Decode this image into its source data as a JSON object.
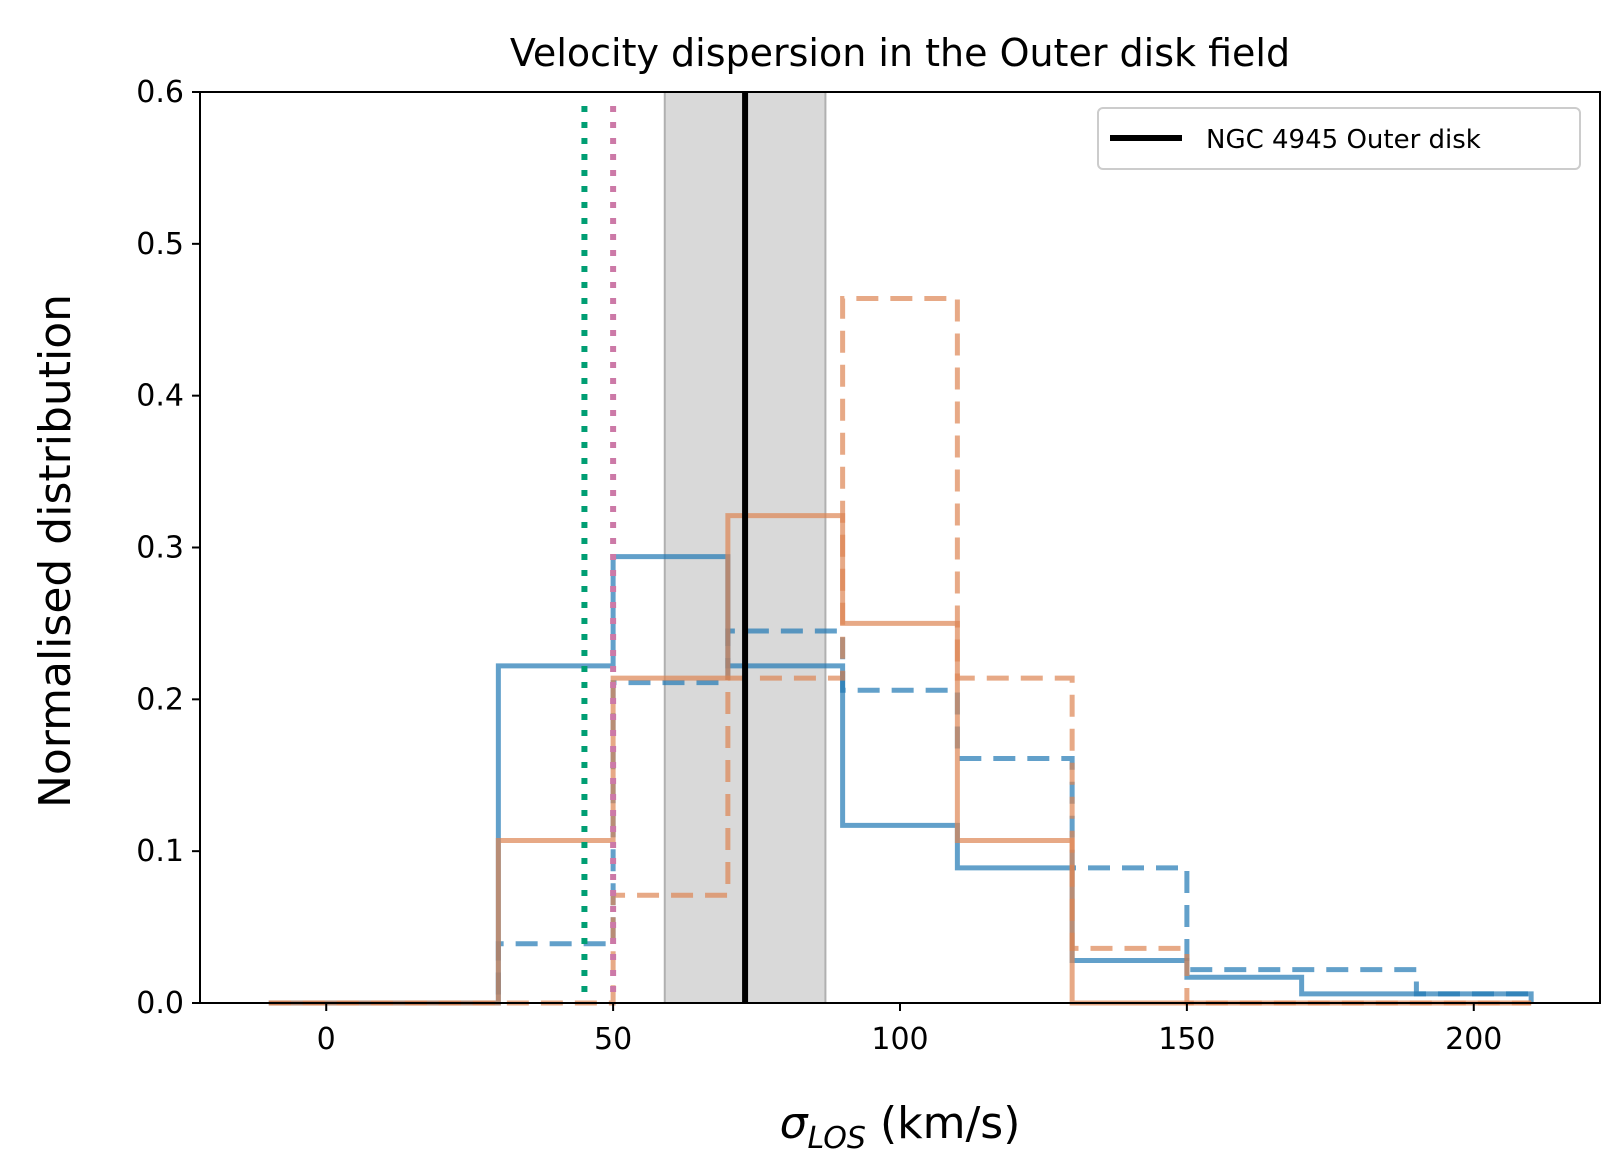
{
  "chart_data": {
    "type": "histogram",
    "title": "Velocity dispersion in the Outer disk field",
    "xlabel_symbol": "σ",
    "xlabel_subscript": "LOS",
    "xlabel_unit": " (km/s)",
    "ylabel": "Normalised distribution",
    "xlim": [
      -22,
      222
    ],
    "ylim": [
      0,
      0.6
    ],
    "xticks": [
      0,
      50,
      100,
      150,
      200
    ],
    "yticks": [
      0.0,
      0.1,
      0.2,
      0.3,
      0.4,
      0.5,
      0.6
    ],
    "ytick_labels": [
      "0.0",
      "0.1",
      "0.2",
      "0.3",
      "0.4",
      "0.5",
      "0.6"
    ],
    "legend": {
      "placement": "top-right",
      "entries": [
        {
          "label": "NGC 4945 Outer disk",
          "color": "#000000"
        }
      ]
    },
    "reference": {
      "value": 73,
      "band": [
        59,
        87
      ],
      "band_color": "#d9d9d9",
      "line_color": "#000000"
    },
    "vlines": [
      {
        "x": 45,
        "color": "#009e73",
        "style": "dotted"
      },
      {
        "x": 50,
        "color": "#cc79a7",
        "style": "dotted"
      }
    ],
    "bin_edges": [
      -10,
      10,
      30,
      50,
      70,
      90,
      110,
      130,
      150,
      170,
      190,
      210
    ],
    "series": [
      {
        "color": "#1f77b4",
        "style": "solid",
        "values": [
          0,
          0,
          0.222,
          0.294,
          0.222,
          0.117,
          0.089,
          0.028,
          0.017,
          0.006,
          0.006
        ]
      },
      {
        "color": "#1f77b4",
        "style": "dashed",
        "values": [
          0,
          0,
          0.039,
          0.211,
          0.245,
          0.206,
          0.161,
          0.089,
          0.022,
          0.022,
          0.006
        ]
      },
      {
        "color": "#dd8452",
        "style": "solid",
        "values": [
          0,
          0,
          0.107,
          0.214,
          0.321,
          0.25,
          0.107,
          0,
          0,
          0,
          0
        ]
      },
      {
        "color": "#dd8452",
        "style": "dashed",
        "values": [
          0,
          0,
          0,
          0.071,
          0.214,
          0.464,
          0.214,
          0.036,
          0,
          0,
          0
        ]
      }
    ]
  }
}
